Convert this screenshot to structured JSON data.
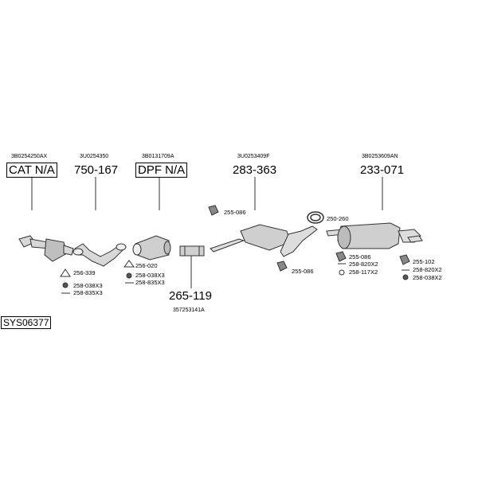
{
  "system_id": "SYS06377",
  "parts": [
    {
      "oem": "3B0254250AX",
      "part_no": "CAT N/A",
      "boxed": true
    },
    {
      "oem": "3U0254350",
      "part_no": "750-167",
      "boxed": false
    },
    {
      "oem": "3B0131709A",
      "part_no": "DPF N/A",
      "boxed": true
    },
    {
      "oem": "3U0253409F",
      "part_no": "283-363",
      "boxed": false
    },
    {
      "oem": "3B0253609AN",
      "part_no": "233-071",
      "boxed": false
    },
    {
      "oem": "357253141A",
      "part_no": "265-119",
      "boxed": false
    }
  ],
  "accessories": [
    {
      "code": "256-339",
      "icon": "gasket-triangle-icon"
    },
    {
      "code": "258-038X3",
      "icon": "nut-icon"
    },
    {
      "code": "258-835X3",
      "icon": "bolt-icon"
    },
    {
      "code": "256-020",
      "icon": "gasket-triangle-icon"
    },
    {
      "code": "258-038X3",
      "icon": "nut-icon"
    },
    {
      "code": "258-835X3",
      "icon": "bolt-icon"
    },
    {
      "code": "255-086",
      "icon": "rubber-hanger-icon"
    },
    {
      "code": "255-086",
      "icon": "rubber-hanger-icon"
    },
    {
      "code": "250-260",
      "icon": "clamp-ring-icon"
    },
    {
      "code": "255-086",
      "icon": "rubber-hanger-icon"
    },
    {
      "code": "258-820X2",
      "icon": "bolt-icon"
    },
    {
      "code": "258-117X2",
      "icon": "ring-icon"
    },
    {
      "code": "255-102",
      "icon": "rubber-hanger-icon"
    },
    {
      "code": "258-820X2",
      "icon": "bolt-icon"
    },
    {
      "code": "258-038X2",
      "icon": "nut-icon"
    }
  ]
}
